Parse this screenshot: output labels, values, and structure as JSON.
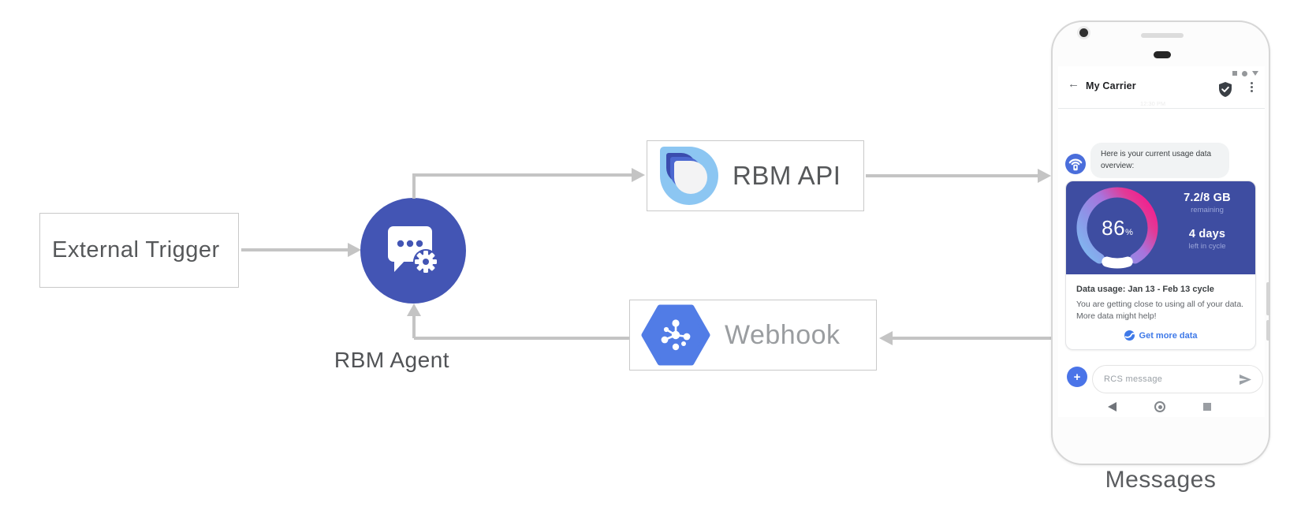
{
  "diagram": {
    "external_trigger": {
      "label": "External Trigger"
    },
    "rbm_agent": {
      "label": "RBM Agent",
      "icon": "chat-bubble-gear-icon",
      "circle_color": "#4355b4"
    },
    "rbm_api": {
      "label": "RBM API",
      "icon": "rbm-teardrop-logo-icon"
    },
    "webhook": {
      "label": "Webhook",
      "icon": "cloud-hexagon-icon",
      "hexagon_color": "#517ce6"
    },
    "arrow_color": "#c4c4c4"
  },
  "glyphs": {
    "back_arrow": "←",
    "plus": "+"
  },
  "phone": {
    "caption": "Messages",
    "status_icons": [
      "square-icon",
      "dot-icon",
      "triangle-down-icon"
    ],
    "header": {
      "back_icon": "arrow-left-icon",
      "title": "My Carrier",
      "verified_icon": "shield-check-icon",
      "menu_icon": "kebab-menu-icon"
    },
    "faint_timestamp": "12:30 PM",
    "agent_avatar_icon": "wifi-router-icon",
    "agent_message": "Here is your current usage data overview:",
    "usage_card": {
      "panel_color": "#3e4da1",
      "gauge": {
        "percent": "86",
        "percent_sign": "%",
        "value": 86,
        "arc_colors": [
          "#7fbcf0",
          "#8c96e8",
          "#a873dc",
          "#ef2590"
        ],
        "track_color": "#ffffff"
      },
      "remaining_value": "7.2/8 GB",
      "remaining_label": "remaining",
      "days_value": "4 days",
      "days_label": "left in cycle",
      "title": "Data usage: Jan 13 - Feb 13 cycle",
      "body": "You are getting close to using all of your data. More data might help!",
      "action": {
        "icon": "globe-icon",
        "label": "Get more data",
        "color": "#3e79e8"
      }
    },
    "compose": {
      "add_button_icon": "plus-icon",
      "placeholder": "RCS message",
      "send_icon": "send-icon"
    },
    "nav_icons": [
      "back-triangle-icon",
      "home-circle-icon",
      "recents-square-icon"
    ]
  }
}
